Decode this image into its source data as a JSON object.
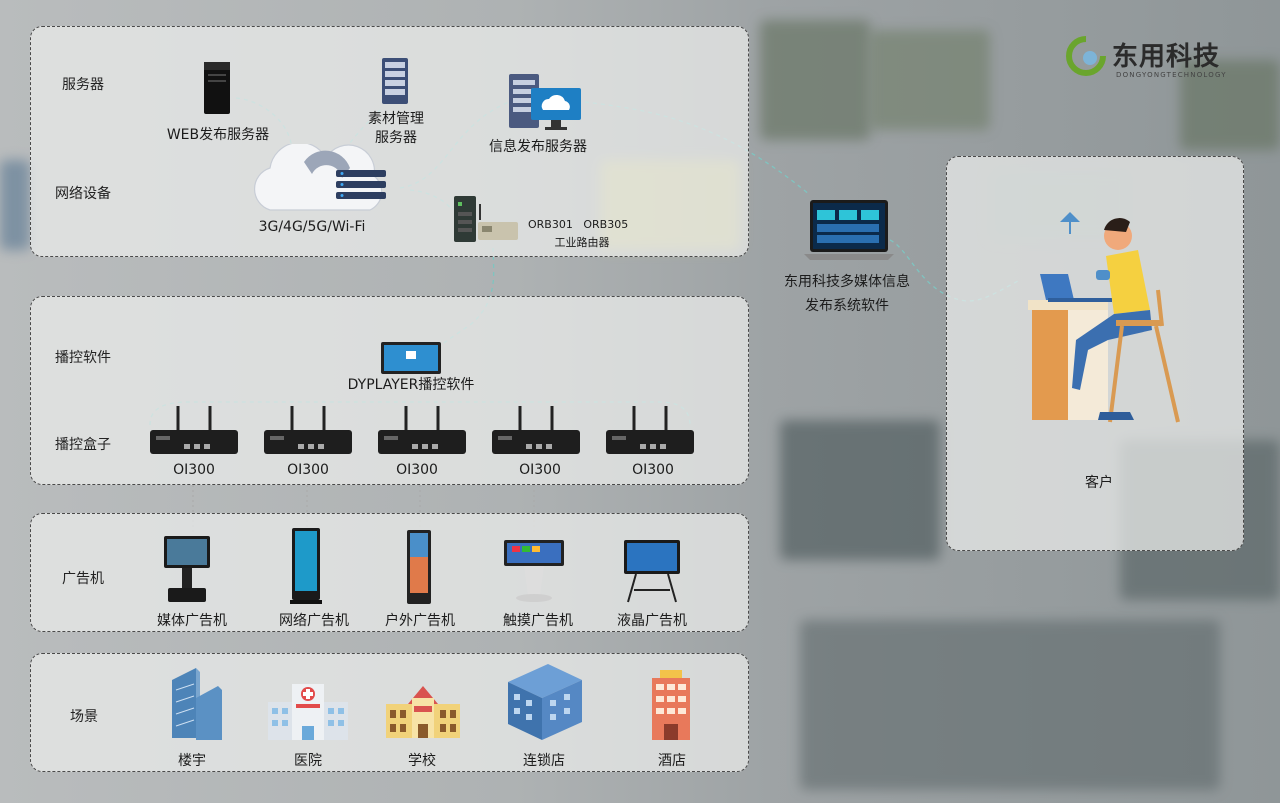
{
  "brand": {
    "name": "东用科技",
    "subtitle": "DONGYONGTECHNOLOGY",
    "color": "#6aa52d"
  },
  "sections": {
    "servers_label": "服务器",
    "network_label": "网络设备",
    "player_software_label": "播控软件",
    "player_box_label": "播控盒子",
    "ad_machine_label": "广告机",
    "scene_label": "场景"
  },
  "servers": {
    "web": "WEB发布服务器",
    "material_line1": "素材管理",
    "material_line2": "服务器",
    "info": "信息发布服务器"
  },
  "network": {
    "cloud": "3G/4G/5G/Wi-Fi",
    "router_models": [
      "ORB301",
      "ORB305"
    ],
    "router_name": "工业路由器"
  },
  "player_software": {
    "name": "DYPLAYER播控软件"
  },
  "player_boxes": [
    "OI300",
    "OI300",
    "OI300",
    "OI300",
    "OI300"
  ],
  "ad_machines": [
    "媒体广告机",
    "网络广告机",
    "户外广告机",
    "触摸广告机",
    "液晶广告机"
  ],
  "scenes": [
    "楼宇",
    "医院",
    "学校",
    "连锁店",
    "酒店"
  ],
  "software": {
    "line1": "东用科技多媒体信息",
    "line2": "发布系统软件"
  },
  "client": {
    "label": "客户"
  },
  "icons": {
    "tower_server": "tower-server-icon",
    "rack_server": "rack-server-icon",
    "cloud": "cloud-network-icon",
    "router": "industrial-router-icon",
    "laptop": "laptop-icon",
    "person": "person-at-desk-icon"
  }
}
